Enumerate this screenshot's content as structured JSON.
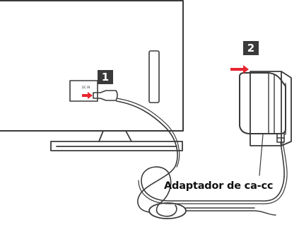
{
  "steps": {
    "step1": "1",
    "step2": "2"
  },
  "labels": {
    "adapter": "Adaptador de ca-cc",
    "port": "DC IN"
  },
  "colors": {
    "line": "#3a3a3a",
    "badge_bg": "#3a3a3a",
    "arrow": "#e8242f"
  }
}
